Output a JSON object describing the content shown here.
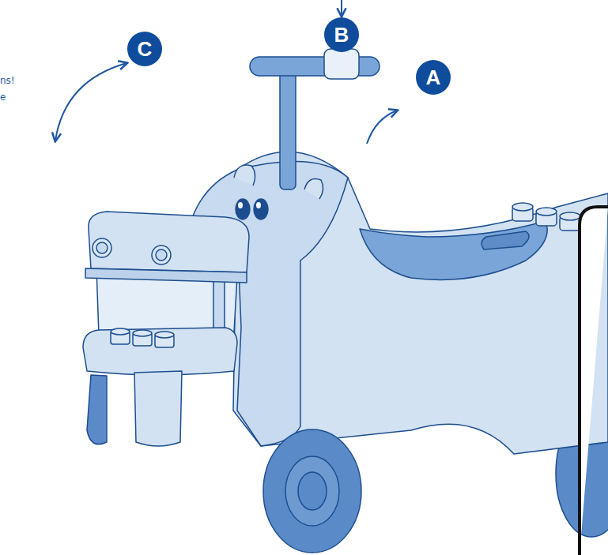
{
  "diagram": {
    "labels": [
      "B",
      "C",
      "A",
      "ns!",
      "e"
    ]
  }
}
